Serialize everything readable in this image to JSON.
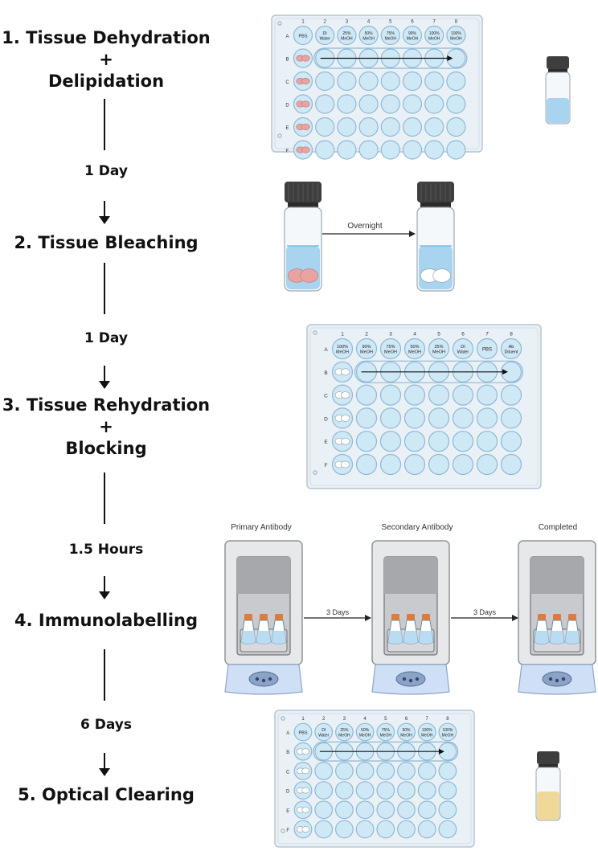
{
  "steps": [
    {
      "title_lines": [
        "1. Tissue Dehydration",
        "+",
        "Delipidation"
      ]
    },
    {
      "title_lines": [
        "2. Tissue Bleaching"
      ]
    },
    {
      "title_lines": [
        "3. Tissue Rehydration",
        "+",
        "Blocking"
      ]
    },
    {
      "title_lines": [
        "4. Immunolabelling"
      ]
    },
    {
      "title_lines": [
        "5. Optical Clearing"
      ]
    }
  ],
  "durations": [
    "1 Day",
    "1 Day",
    "1.5 Hours",
    "6 Days"
  ],
  "plates": {
    "col_numbers": [
      "1",
      "2",
      "3",
      "4",
      "5",
      "6",
      "7",
      "8"
    ],
    "row_letters": [
      "A",
      "B",
      "C",
      "D",
      "E",
      "F"
    ],
    "plate1_row_a": [
      [
        "PBS"
      ],
      [
        "DI",
        "Water"
      ],
      [
        "25%",
        "MeOH"
      ],
      [
        "50%",
        "MeOH"
      ],
      [
        "75%",
        "MeOH"
      ],
      [
        "90%",
        "MeOH"
      ],
      [
        "100%",
        "MeOH"
      ],
      [
        "100%",
        "MeOH"
      ]
    ],
    "plate2_row_a": [
      [
        "100%",
        "MeOH"
      ],
      [
        "90%",
        "MeOH"
      ],
      [
        "75%",
        "MeOH"
      ],
      [
        "50%",
        "MeOH"
      ],
      [
        "25%",
        "MeOH"
      ],
      [
        "DI",
        "Water"
      ],
      [
        "PBS"
      ],
      [
        "Ab",
        "Diluent"
      ]
    ],
    "plate3_row_a": [
      [
        "PBS"
      ],
      [
        "DI",
        "Water"
      ],
      [
        "25%",
        "MeOH"
      ],
      [
        "50%",
        "MeOH"
      ],
      [
        "75%",
        "MeOH"
      ],
      [
        "90%",
        "MeOH"
      ],
      [
        "100%",
        "MeOH"
      ],
      [
        "100%",
        "MeOH"
      ]
    ]
  },
  "bleaching": {
    "arrow_label": "Overnight"
  },
  "incubators": {
    "labels": [
      "Primary Antibody",
      "Secondary Antibody",
      "Completed"
    ],
    "arrow_labels": [
      "3 Days",
      "3 Days"
    ]
  },
  "colors": {
    "well_fill": "#cfe8f6",
    "well_stroke": "#8fb8d4",
    "plate_fill": "#e9f1f6",
    "plate_stroke": "#b7c6d0",
    "tissue_pink": "#e8a3a3",
    "tissue_white": "#ffffff",
    "vial_cap": "#3e3e3e",
    "vial_liquid_blue": "#a9d4ef",
    "vial_liquid_yellow": "#f0d898",
    "incubator_body": "#e7e8ea",
    "incubator_base": "#cfe0f6"
  }
}
